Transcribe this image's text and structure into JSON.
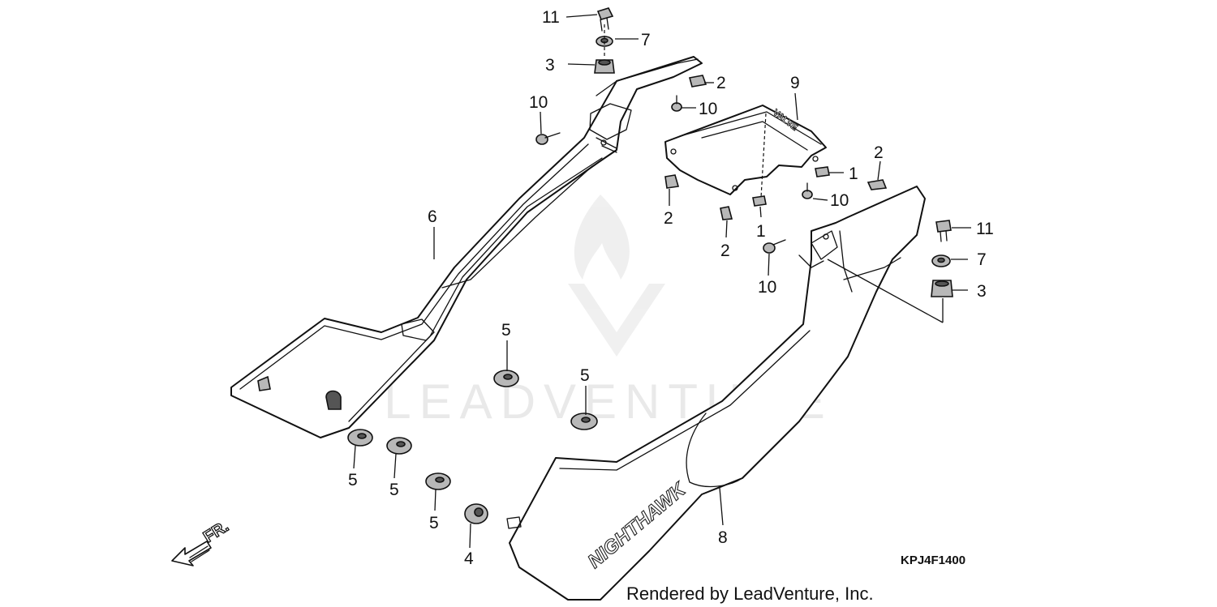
{
  "diagram": {
    "code": "KPJ4F1400",
    "footer": "Rendered by LeadVenture, Inc.",
    "watermark": "LEADVENTURE",
    "direction_label": "FR.",
    "emblem_text": "NIGHTHAWK",
    "plate_text": "VALVE",
    "callouts": [
      "11",
      "7",
      "3",
      "2",
      "10",
      "10",
      "9",
      "2",
      "1",
      "2",
      "10",
      "1",
      "2",
      "2",
      "6",
      "11",
      "7",
      "3",
      "10",
      "5",
      "5",
      "5",
      "5",
      "5",
      "4",
      "8"
    ]
  }
}
